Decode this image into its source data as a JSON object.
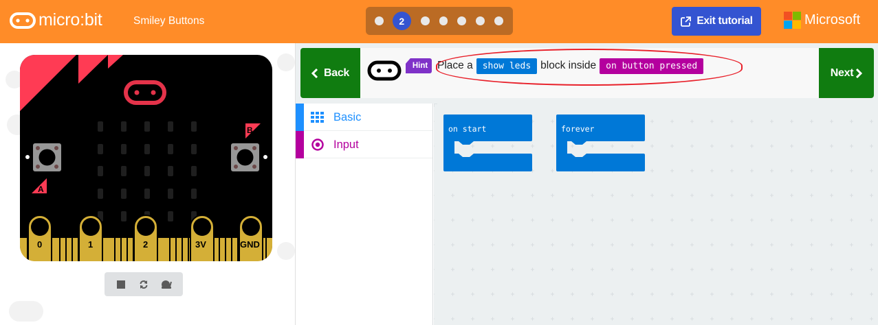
{
  "header": {
    "logo_text": "micro:bit",
    "project_name": "Smiley Buttons",
    "steps": {
      "total": 7,
      "current": 2,
      "current_label": "2"
    },
    "exit_label": "Exit tutorial",
    "brand_label": "Microsoft",
    "colors": {
      "bar": "#ff8c28",
      "steps_bg": "#bb6b24",
      "accent": "#3454d1"
    }
  },
  "simulator": {
    "pins": [
      "0",
      "1",
      "2",
      "3V",
      "GND"
    ],
    "button_a_label": "A",
    "button_b_label": "B",
    "controls": [
      "stop-icon",
      "restart-icon",
      "slow-mo-icon"
    ]
  },
  "tutorial": {
    "back_label": "Back",
    "next_label": "Next",
    "hint_label": "Hint",
    "instruction_prefix": "Place a",
    "instruction_chip1": "show leds",
    "instruction_middle": "block inside",
    "instruction_chip2": "on button pressed"
  },
  "toolbox": {
    "items": [
      {
        "label": "Basic",
        "icon": "grid-icon",
        "color": "#1e90ff"
      },
      {
        "label": "Input",
        "icon": "target-icon",
        "color": "#b4009e"
      }
    ]
  },
  "workspace": {
    "blocks": [
      {
        "label": "on start",
        "color": "#0078d7"
      },
      {
        "label": "forever",
        "color": "#0078d7"
      }
    ]
  }
}
